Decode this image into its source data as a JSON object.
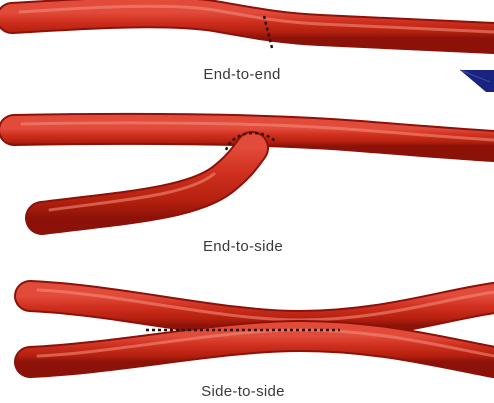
{
  "diagram": {
    "panels": [
      {
        "caption": "End-to-end"
      },
      {
        "caption": "End-to-side"
      },
      {
        "caption": "Side-to-side"
      }
    ]
  },
  "colors": {
    "vessel": "#c62a1f",
    "vessel_dark": "#8c1209",
    "vessel_highlight": "#f08a78",
    "suture": "#2a0e08",
    "pointer": "#1a237e",
    "caption_text": "#3a3a3a"
  }
}
